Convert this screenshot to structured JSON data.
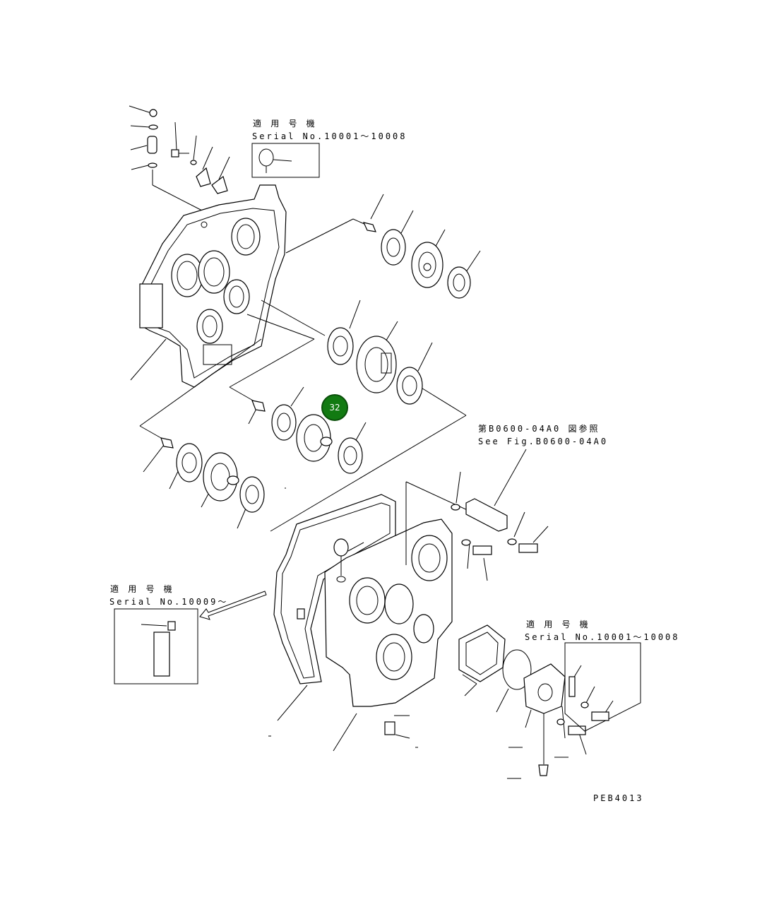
{
  "labels": {
    "serial_top_jp": "適 用 号 機",
    "serial_top_no": "Serial No.10001〜10008",
    "see_fig_jp": "第B0600-04A0 図参照",
    "see_fig_en": "See Fig.B0600-04A0",
    "serial_left_jp": "適 用 号 機",
    "serial_left_no": "Serial No.10009〜",
    "serial_right_jp": "適 用 号 機",
    "serial_right_no": "Serial No.10001〜10008",
    "drawing_code": "PEB4013"
  },
  "callout": {
    "number": "32",
    "color": "#127a12"
  }
}
